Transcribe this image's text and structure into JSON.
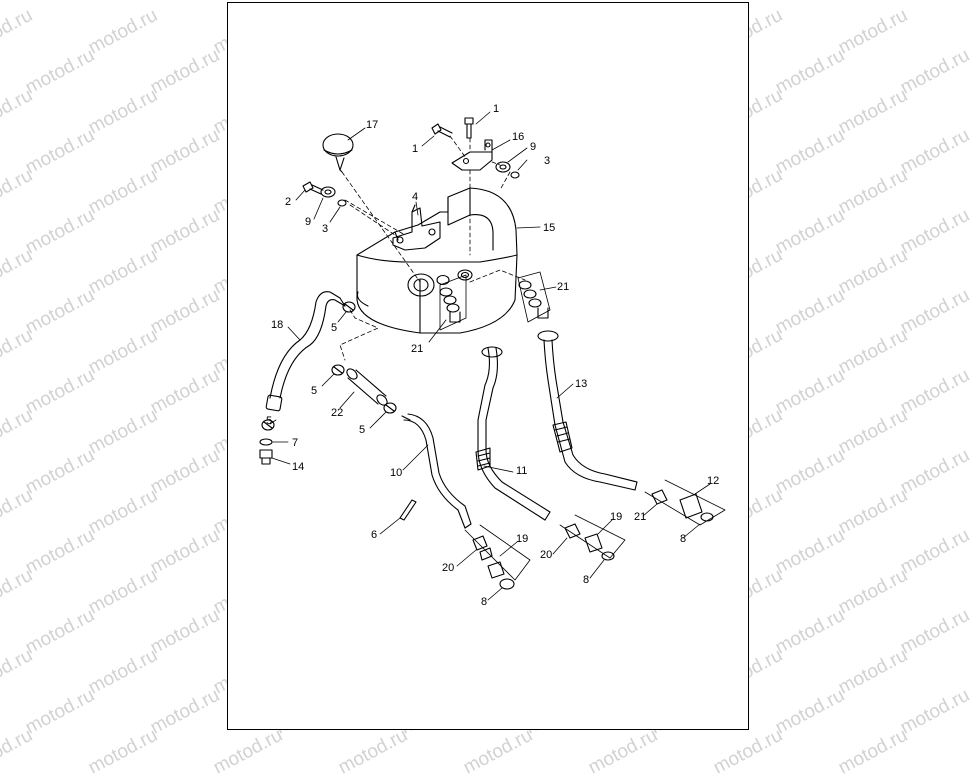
{
  "watermark": {
    "text": "motod.ru",
    "color": "#d2d2d2"
  },
  "diagram": {
    "type": "exploded-parts-diagram",
    "callouts": [
      {
        "id": "c1a",
        "label": "1"
      },
      {
        "id": "c1b",
        "label": "1"
      },
      {
        "id": "c2",
        "label": "2"
      },
      {
        "id": "c3a",
        "label": "3"
      },
      {
        "id": "c3b",
        "label": "3"
      },
      {
        "id": "c4",
        "label": "4"
      },
      {
        "id": "c5a",
        "label": "5"
      },
      {
        "id": "c5b",
        "label": "5"
      },
      {
        "id": "c5c",
        "label": "5"
      },
      {
        "id": "c5d",
        "label": "5"
      },
      {
        "id": "c6",
        "label": "6"
      },
      {
        "id": "c7",
        "label": "7"
      },
      {
        "id": "c8a",
        "label": "8"
      },
      {
        "id": "c8b",
        "label": "8"
      },
      {
        "id": "c8c",
        "label": "8"
      },
      {
        "id": "c9a",
        "label": "9"
      },
      {
        "id": "c9b",
        "label": "9"
      },
      {
        "id": "c10",
        "label": "10"
      },
      {
        "id": "c11",
        "label": "11"
      },
      {
        "id": "c12",
        "label": "12"
      },
      {
        "id": "c13",
        "label": "13"
      },
      {
        "id": "c14",
        "label": "14"
      },
      {
        "id": "c15",
        "label": "15"
      },
      {
        "id": "c16",
        "label": "16"
      },
      {
        "id": "c17",
        "label": "17"
      },
      {
        "id": "c18",
        "label": "18"
      },
      {
        "id": "c19a",
        "label": "19"
      },
      {
        "id": "c19b",
        "label": "19"
      },
      {
        "id": "c20a",
        "label": "20"
      },
      {
        "id": "c20b",
        "label": "20"
      },
      {
        "id": "c21a",
        "label": "21"
      },
      {
        "id": "c21b",
        "label": "21"
      },
      {
        "id": "c21c",
        "label": "21"
      },
      {
        "id": "c22",
        "label": "22"
      }
    ]
  }
}
